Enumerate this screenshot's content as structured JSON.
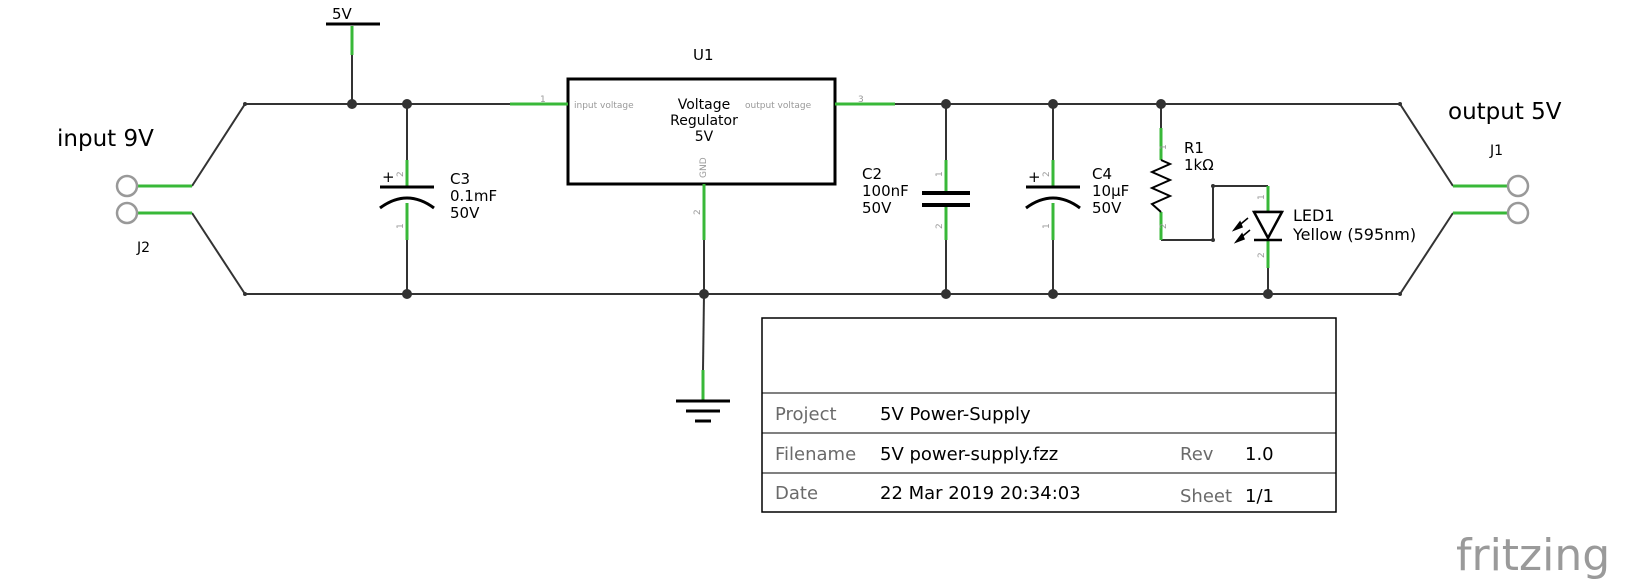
{
  "schematic": {
    "supply_label": "5V",
    "input_label": "input 9V",
    "output_label": "output 5V",
    "j2": {
      "ref": "J2"
    },
    "j1": {
      "ref": "J1"
    },
    "u1": {
      "ref": "U1",
      "name_line1": "Voltage",
      "name_line2": "Regulator",
      "name_line3": "5V",
      "pin_in_label": "input voltage",
      "pin_out_label": "output voltage",
      "pin_gnd_label": "GND",
      "pin_in_num": "1",
      "pin_out_num": "3",
      "pin_gnd_num": "2"
    },
    "c3": {
      "ref": "C3",
      "value": "0.1mF",
      "voltage": "50V",
      "plus": "+",
      "pin1": "1",
      "pin2": "2"
    },
    "c2": {
      "ref": "C2",
      "value": "100nF",
      "voltage": "50V",
      "pin1": "1",
      "pin2": "2"
    },
    "c4": {
      "ref": "C4",
      "value": "10µF",
      "voltage": "50V",
      "plus": "+",
      "pin1": "1",
      "pin2": "2"
    },
    "r1": {
      "ref": "R1",
      "value": "1kΩ",
      "pin1": "1",
      "pin2": "2"
    },
    "led1": {
      "ref": "LED1",
      "value": "Yellow (595nm)",
      "pin1": "1",
      "pin2": "2"
    }
  },
  "title_block": {
    "project_label": "Project",
    "project_value": "5V Power-Supply",
    "filename_label": "Filename",
    "filename_value": "5V power-supply.fzz",
    "rev_label": "Rev",
    "rev_value": "1.0",
    "date_label": "Date",
    "date_value": "22 Mar 2019 20:34:03",
    "sheet_label": "Sheet",
    "sheet_value": "1/1"
  },
  "watermark": "fritzing",
  "colors": {
    "lead": "#38b838",
    "wire": "#333333"
  }
}
